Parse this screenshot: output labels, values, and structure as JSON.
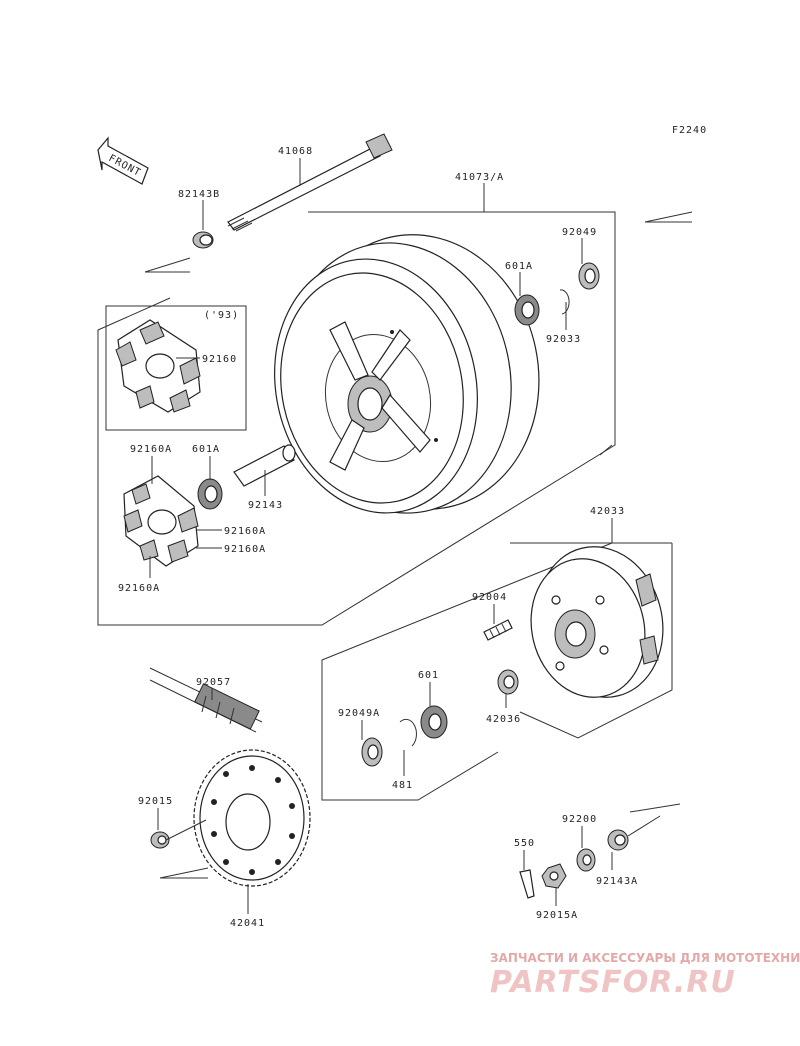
{
  "diagram": {
    "code": "F2240",
    "front_label": "FRONT",
    "year_note": "('93)",
    "parts": {
      "axle": "41068",
      "axle_collar": "82143B",
      "wheel": "41073/A",
      "seal_right": "92049",
      "bearing_right": "601A",
      "circlip_right": "92033",
      "damper_single": "92160",
      "damper_set": "92160A",
      "damper_a1": "92160A",
      "damper_a2": "92160A",
      "damper_bottom": "92160A",
      "bearing_left": "601A",
      "spacer_tube": "92143",
      "coupling": "42033",
      "stud": "92004",
      "chain": "92057",
      "bearing_coupling": "601",
      "seal_coupling": "92049A",
      "collar_coupling": "42036",
      "circlip_coupling": "481",
      "sprocket_nut": "92015",
      "sprocket": "42041",
      "washer": "92200",
      "cotter_pin": "550",
      "collar_right": "92143A",
      "axle_nut": "92015A"
    }
  },
  "watermark": {
    "tagline": "ЗАПЧАСТИ И АКСЕССУАРЫ ДЛЯ МОТОТЕХНИКИ",
    "brand": "PARTSFOR.RU",
    "brand_color": "#f0c4c4"
  }
}
